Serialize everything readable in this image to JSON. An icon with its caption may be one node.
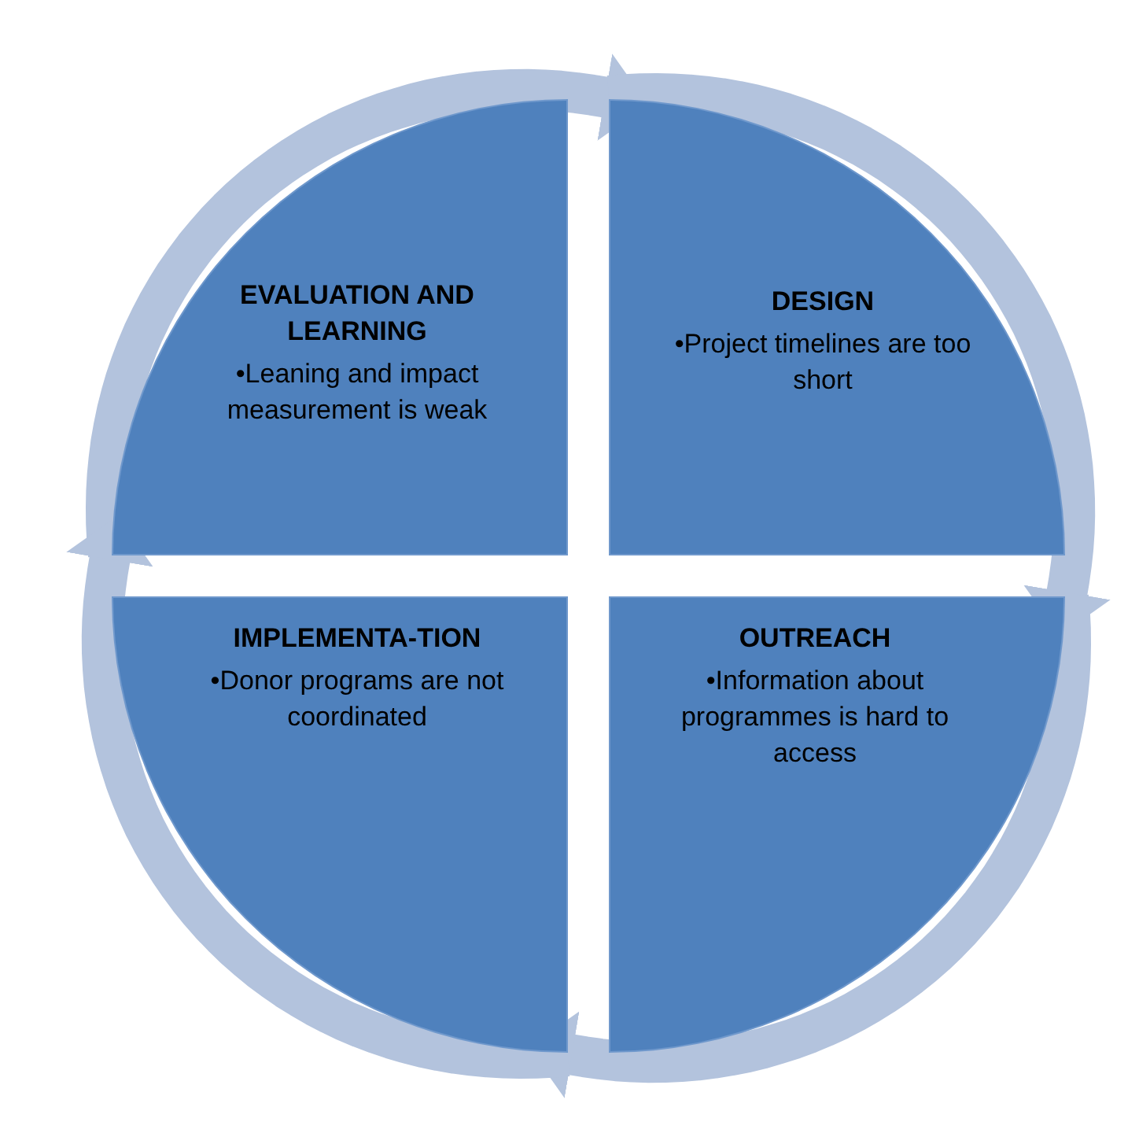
{
  "diagram": {
    "nodes": [
      {
        "text": [
          "EVALUATION AND LEARNING",
          "•Leaning and impact measurement is weak"
        ]
      },
      {
        "text": [
          "DESIGN",
          "•Project timelines  are too short"
        ]
      },
      {
        "text": [
          "IMPLEMENTA-TION",
          "•Donor programs are not coordinated"
        ]
      },
      {
        "text": [
          "OUTREACH",
          "•Information about programmes is hard to access"
        ]
      }
    ],
    "edges": [
      {
        "from": 0,
        "to": 1,
        "arrow": "to"
      },
      {
        "from": 1,
        "to": 3,
        "arrow": "to"
      },
      {
        "from": 3,
        "to": 2,
        "arrow": "to"
      },
      {
        "from": 2,
        "to": 0,
        "arrow": "to"
      }
    ]
  }
}
